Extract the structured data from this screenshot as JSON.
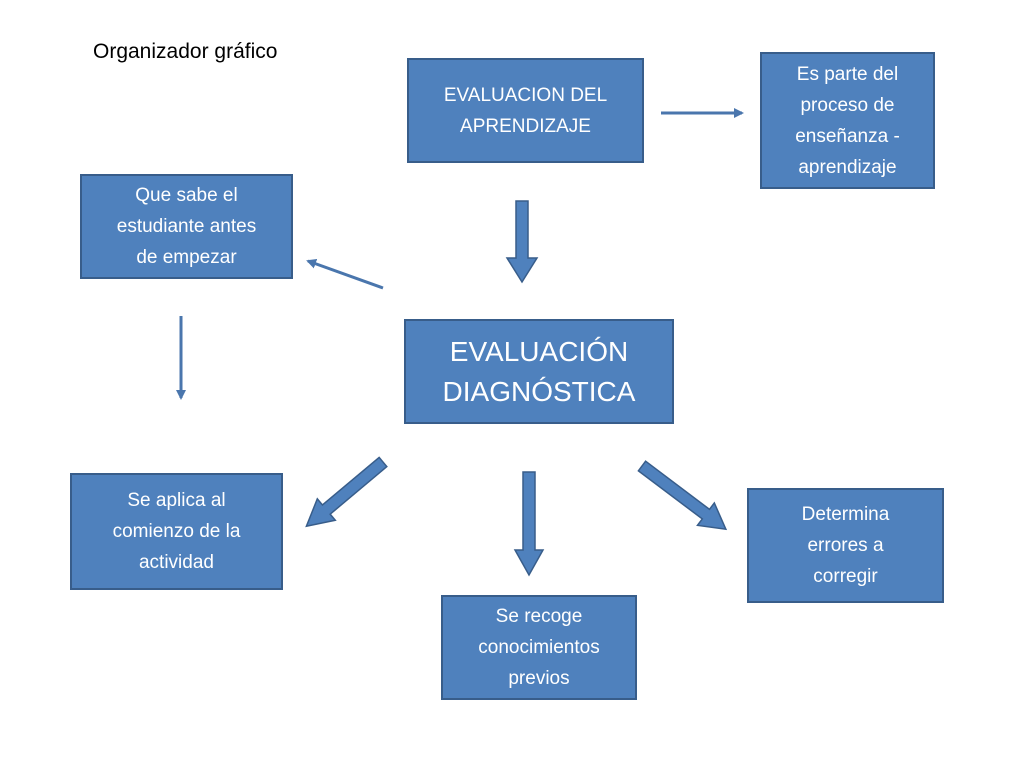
{
  "title": "Organizador gráfico",
  "nodes": {
    "evaluacion_aprendizaje": "EVALUACION DEL\nAPRENDIZAJE",
    "proceso": "Es parte del\nproceso de\nenseñanza -\naprendizaje",
    "que_sabe": "Que sabe el\nestudiante antes\nde empezar",
    "diagnostica": "EVALUACIÓN\nDIAGNÓSTICA",
    "se_aplica": "Se aplica al\ncomienzo de la\nactividad",
    "se_recoge": "Se recoge\nconocimientos\nprevios",
    "determina": "Determina\nerrores a\ncorregir"
  },
  "colors": {
    "box_fill": "#4f81bd",
    "box_border": "#385d8a",
    "text": "#ffffff"
  }
}
